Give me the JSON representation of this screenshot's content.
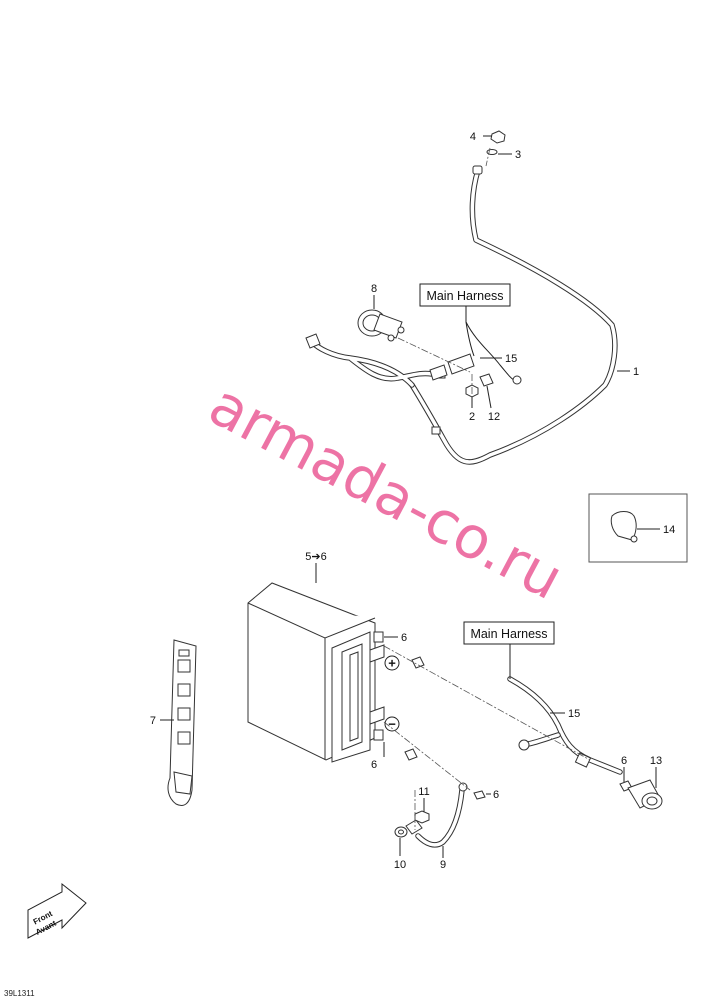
{
  "diagram": {
    "callouts": {
      "c1": "1",
      "c2": "2",
      "c3": "3",
      "c4": "4",
      "c6a": "6",
      "c6b": "6",
      "c6c": "6",
      "c6d": "6",
      "c7": "7",
      "c8": "8",
      "c9": "9",
      "c10": "10",
      "c11": "11",
      "c12": "12",
      "c13": "13",
      "c14": "14",
      "c15a": "15",
      "c15b": "15"
    },
    "battery_callout": "5➔6",
    "label_boxes": {
      "top": "Main Harness",
      "bottom": "Main Harness"
    },
    "terminals": {
      "positive": "+",
      "negative": "−"
    },
    "front_marker": {
      "line1": "Front",
      "line2": "Avant"
    },
    "reference_code": "39L1311",
    "watermark": "armada-co.ru"
  }
}
